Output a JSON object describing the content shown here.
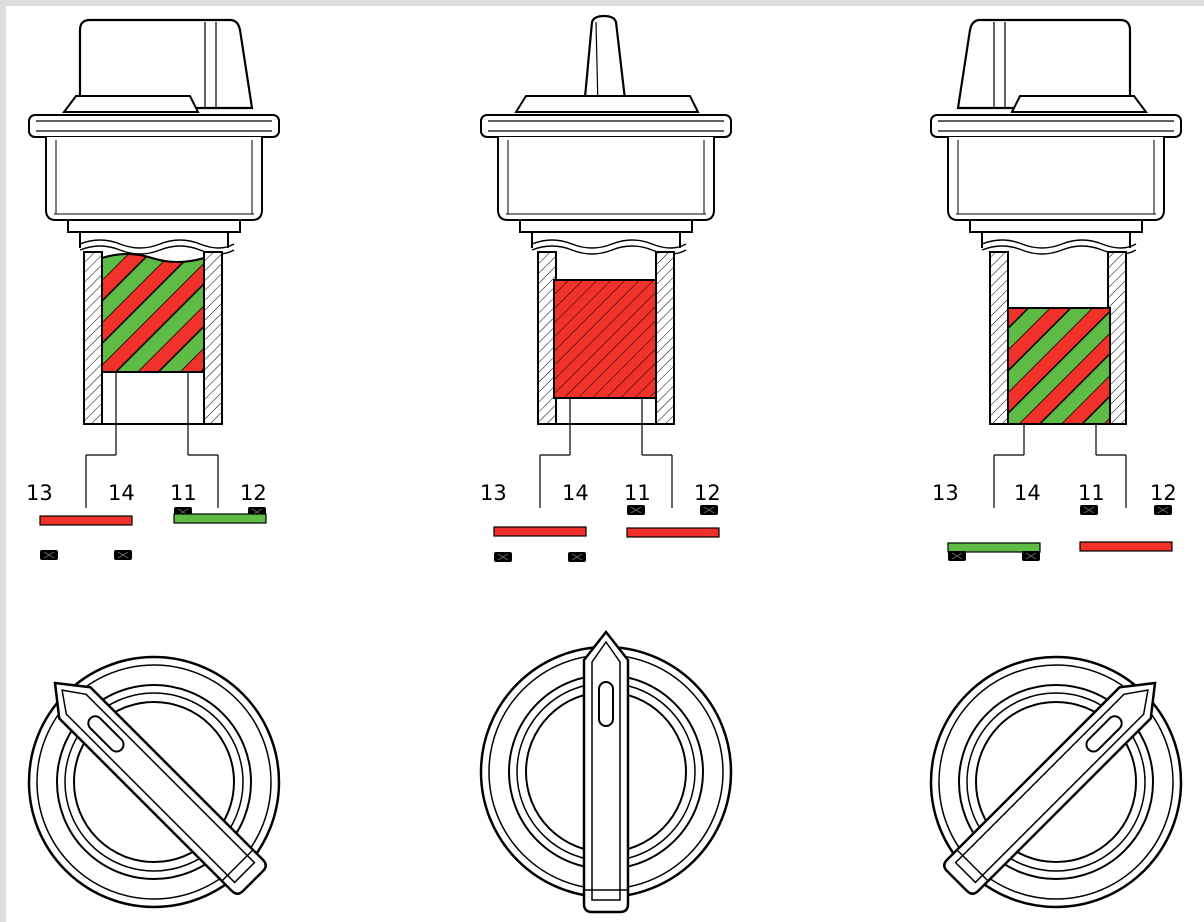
{
  "colors": {
    "red": "#f0322a",
    "green": "#5dbb46",
    "line": "#000000",
    "background": "#ffffff",
    "frame": "#dcdcdc"
  },
  "panels": [
    {
      "id": "left",
      "knob_state": "turned-left",
      "contact_block": "red-green-striped-full",
      "labels": [
        "13",
        "14",
        "11",
        "12"
      ],
      "contact_13_14": "red",
      "contact_11_12": "green"
    },
    {
      "id": "center",
      "knob_state": "center",
      "contact_block": "red-hatched",
      "labels": [
        "13",
        "14",
        "11",
        "12"
      ],
      "contact_13_14": "red",
      "contact_11_12": "red"
    },
    {
      "id": "right",
      "knob_state": "turned-right",
      "contact_block": "red-green-striped-lower",
      "labels": [
        "13",
        "14",
        "11",
        "12"
      ],
      "contact_13_14": "green",
      "contact_11_12": "red"
    }
  ]
}
